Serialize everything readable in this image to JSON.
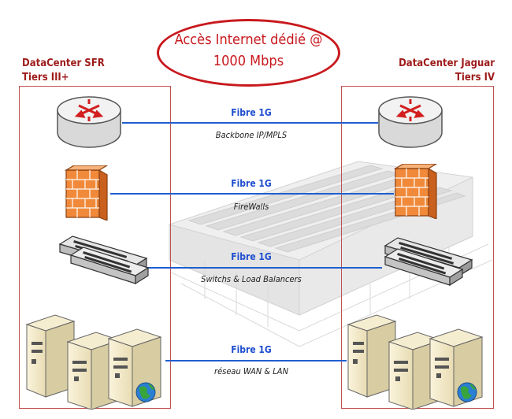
{
  "title": {
    "line1": "Accès Internet dédié @",
    "line2": "1000 Mbps"
  },
  "datacenters": {
    "left": {
      "name": "DataCenter SFR",
      "tier": "Tiers III+"
    },
    "right": {
      "name": "DataCenter Jaguar",
      "tier": "Tiers IV"
    }
  },
  "links": [
    {
      "fibre": "Fibre 1G",
      "label": "Backbone IP/MPLS",
      "device": "router-icon"
    },
    {
      "fibre": "Fibre 1G",
      "label": "FireWalls",
      "device": "firewall-icon"
    },
    {
      "fibre": "Fibre 1G",
      "label": "Switchs & Load Balancers",
      "device": "switch-icon"
    },
    {
      "fibre": "Fibre 1G",
      "label": "réseau WAN & LAN",
      "device": "server-icon"
    }
  ],
  "colors": {
    "accent_red": "#c8191e",
    "box_red": "#c0504d",
    "link_blue": "#1f5fcf"
  }
}
